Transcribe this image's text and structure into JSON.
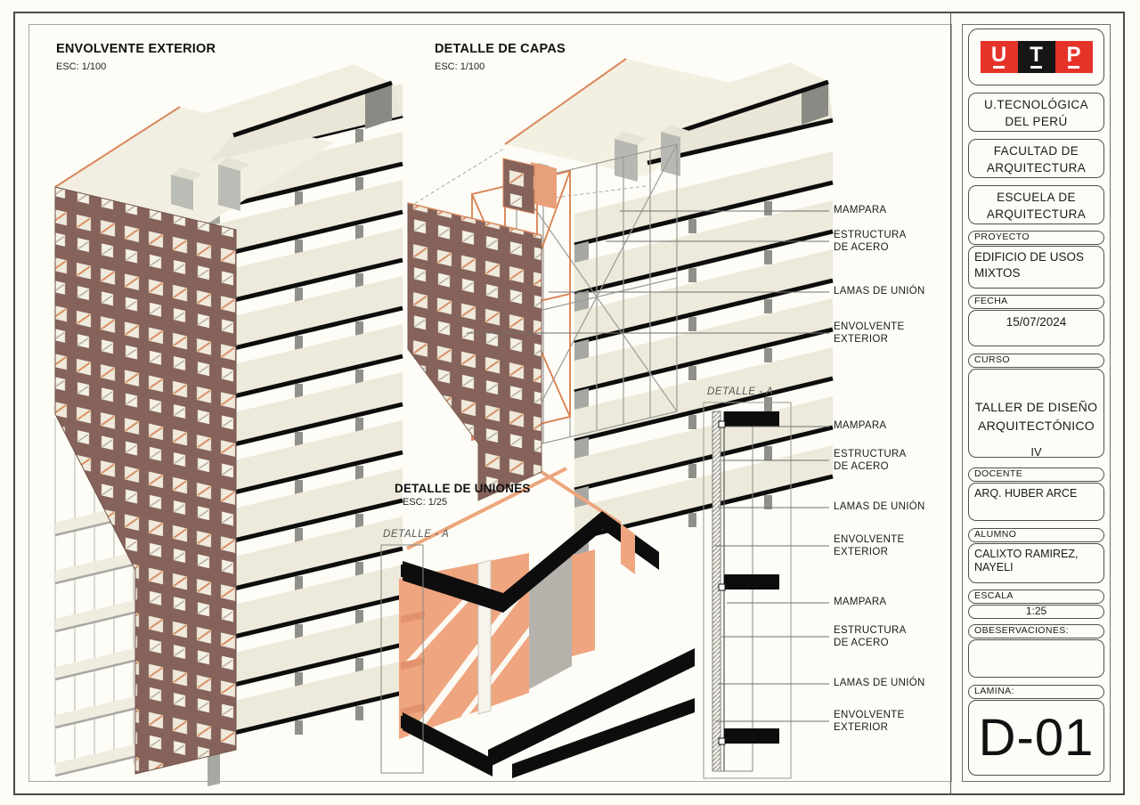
{
  "colors": {
    "paper": "#fdfcf6",
    "brown": "#85635a",
    "cream": "#eeeadb",
    "black": "#0d0d0d",
    "orange": "#d9885c",
    "salmon": "#efa57f",
    "gray": "#9b9b95",
    "red": "#e6332a"
  },
  "drawings": {
    "envolvente": {
      "title": "ENVOLVENTE EXTERIOR",
      "scale": "ESC: 1/100"
    },
    "capas": {
      "title": "DETALLE DE CAPAS",
      "scale": "ESC: 1/100",
      "labels": {
        "mampara": "MAMPARA",
        "estructura": "ESTRUCTURA\nDE ACERO",
        "lamas": "LAMAS DE UNIÓN",
        "envolvente": "ENVOLVENTE\nEXTERIOR"
      }
    },
    "uniones": {
      "title": "DETALLE DE UNIONES",
      "scale": "ESC: 1/25",
      "callout": "DETALLE - A"
    },
    "seccion": {
      "callout": "DETALLE - A",
      "groups": [
        {
          "mampara": "MAMPARA",
          "estructura": "ESTRUCTURA\nDE ACERO",
          "lamas": "LAMAS DE UNIÓN",
          "envolvente": "ENVOLVENTE\nEXTERIOR"
        },
        {
          "mampara": "MAMPARA",
          "estructura": "ESTRUCTURA\nDE ACERO",
          "lamas": "LAMAS DE UNIÓN",
          "envolvente": "ENVOLVENTE\nEXTERIOR"
        }
      ]
    }
  },
  "titleblock": {
    "logo": {
      "letters": [
        "U",
        "T",
        "P"
      ]
    },
    "university": "U.TECNOLÓGICA\nDEL PERÚ",
    "faculty": "FACULTAD DE\nARQUITECTURA",
    "school": "ESCUELA DE\nARQUITECTURA",
    "project": {
      "label": "PROYECTO",
      "value": "EDIFICIO DE USOS MIXTOS"
    },
    "date": {
      "label": "FECHA",
      "value": "15/07/2024"
    },
    "course": {
      "label": "CURSO",
      "value": "TALLER DE DISEÑO\nARQUITECTÓNICO",
      "value2": "IV"
    },
    "teacher": {
      "label": "DOCENTE",
      "value": "ARQ. HUBER ARCE"
    },
    "student": {
      "label": "ALUMNO",
      "value": "CALIXTO RAMIREZ,\nNAYELI"
    },
    "scale": {
      "label": "ESCALA",
      "value": "1:25"
    },
    "observations": {
      "label": "OBESERVACIONES:",
      "value": ""
    },
    "sheet": {
      "label": "LAMINA:",
      "value": "D-01"
    }
  }
}
